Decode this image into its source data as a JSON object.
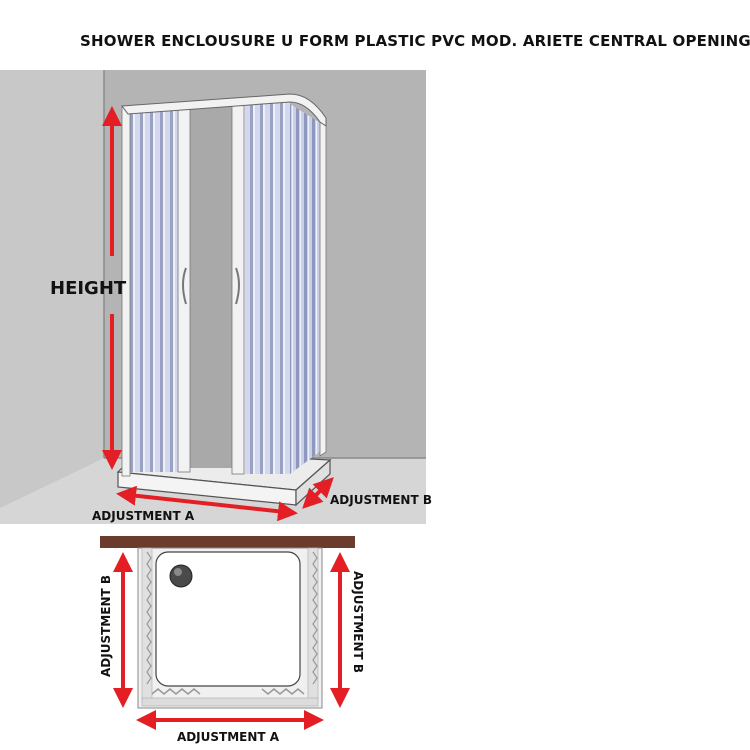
{
  "title": "SHOWER ENCLOUSURE U FORM PLASTIC PVC MOD. ARIETE CENTRAL OPENING",
  "labels": {
    "height": "HEIGHT",
    "adjustment_a": "ADJUSTMENT A",
    "adjustment_b": "ADJUSTMENT B"
  },
  "colors": {
    "arrow": "#e31e24",
    "wall_back": "#b4b4b4",
    "wall_left": "#c8c8c8",
    "floor": "#d6d6d6",
    "panel": "#d3d8ee",
    "frame": "#f2f2f2",
    "wall_bar": "#6b3b2e"
  },
  "icons": [
    "drain-icon",
    "door-handle-icon"
  ]
}
